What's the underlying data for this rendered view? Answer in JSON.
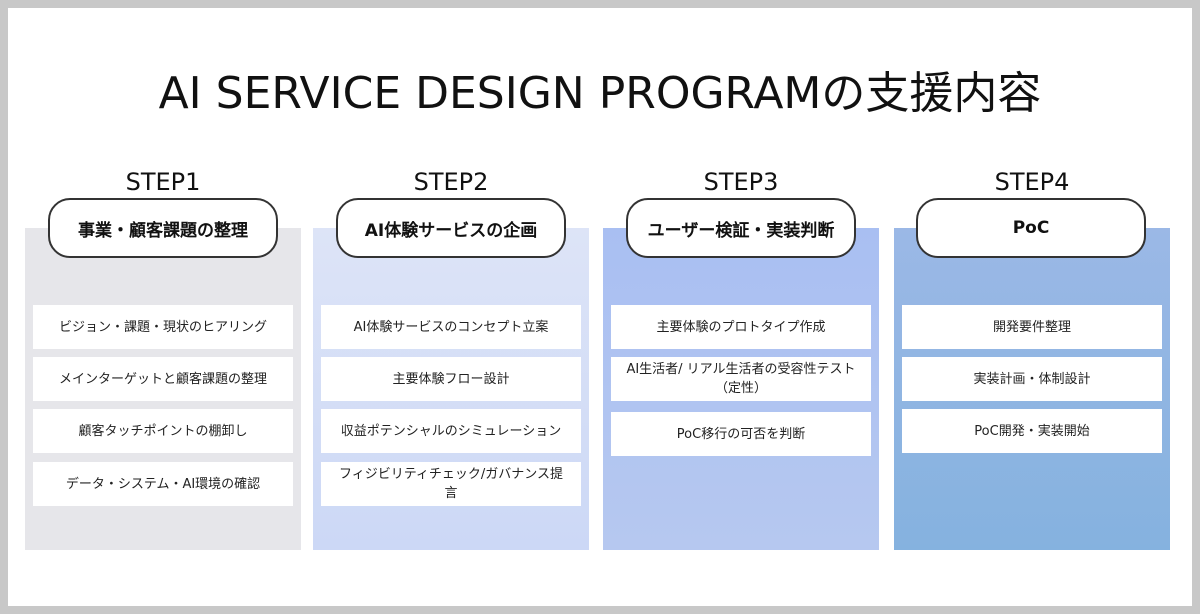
{
  "title": "AI SERVICE DESIGN PROGRAMの支援内容",
  "steps": [
    {
      "label": "STEP1",
      "heading": "事業・顧客課題の整理",
      "items": [
        "ビジョン・課題・現状のヒアリング",
        "メインターゲットと顧客課題の整理",
        "顧客タッチポイントの棚卸し",
        "データ・システム・AI環境の確認"
      ]
    },
    {
      "label": "STEP2",
      "heading": "AI体験サービスの企画",
      "items": [
        "AI体験サービスのコンセプト立案",
        "主要体験フロー設計",
        "収益ポテンシャルのシミュレーション",
        "フィジビリティチェック/ガバナンス提言"
      ]
    },
    {
      "label": "STEP3",
      "heading": "ユーザー検証・実装判断",
      "items": [
        "主要体験のプロトタイプ作成",
        "AI生活者/ リアル生活者の受容性テスト（定性）",
        "PoC移行の可否を判断"
      ]
    },
    {
      "label": "STEP4",
      "heading": "PoC",
      "items": [
        "開発要件整理",
        "実装計画・体制設計",
        "PoC開発・実装開始"
      ]
    }
  ],
  "colors": {
    "panel_step1": "#e6e6ea",
    "panel_step2_top": "#dde4f7",
    "panel_step2_bottom": "#ccd8f6",
    "panel_step3_top": "#a9bff2",
    "panel_step3_bottom": "#b6c8f0",
    "panel_step4_top": "#9bb8e6",
    "panel_step4_bottom": "#85b2df"
  }
}
